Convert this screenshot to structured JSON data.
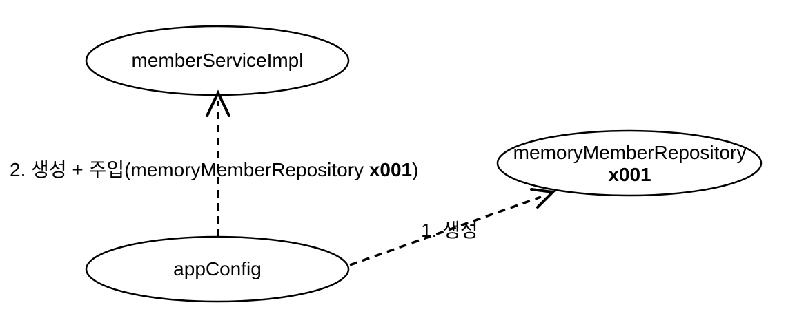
{
  "diagram": {
    "background": "#ffffff",
    "stroke_color": "#000000",
    "nodes": {
      "member_service_impl": {
        "label": "memberServiceImpl"
      },
      "memory_member_repository": {
        "label": "memoryMemberRepository",
        "instance": "x001"
      },
      "app_config": {
        "label": "appConfig"
      }
    },
    "edges": {
      "create_and_inject": {
        "label_prefix": "2. 생성 + 주입(memoryMemberRepository ",
        "label_emphasis": "x001",
        "label_suffix": ")"
      },
      "create": {
        "label": "1. 생성"
      }
    }
  }
}
